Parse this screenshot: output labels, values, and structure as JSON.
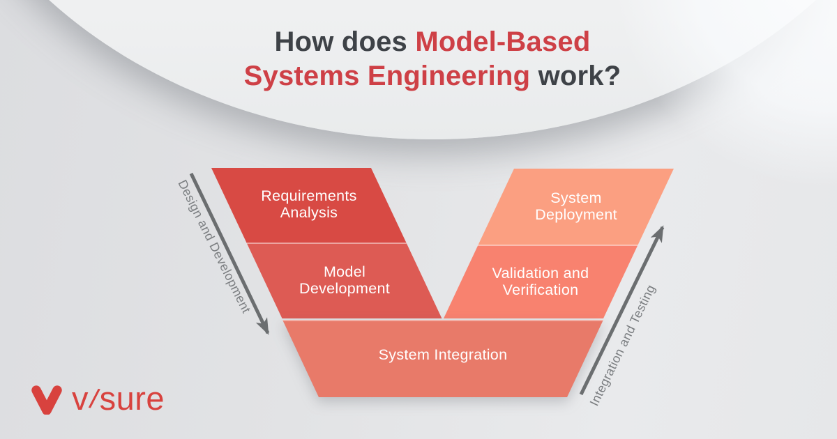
{
  "title": {
    "line1_dark": "How does",
    "line1_red": "Model-Based",
    "line2_red": "Systems Engineering",
    "line2_dark": "work?"
  },
  "colors": {
    "title_dark": "#3e4247",
    "title_red": "#ce4046",
    "arrow": "#6b6e70",
    "axis_label": "#7b7e81",
    "segment_label": "#ffffff",
    "logo_red": "#d8423e"
  },
  "diagram": {
    "left_axis_label": "Design and Development",
    "right_axis_label": "Integration and Testing",
    "segments": {
      "requirements": {
        "line1": "Requirements",
        "line2": "Analysis",
        "color": "#d84a44"
      },
      "model": {
        "line1": "Model",
        "line2": "Development",
        "color": "#dd5b54"
      },
      "integration": {
        "label": "System Integration",
        "color": "#e87a69"
      },
      "validation": {
        "line1": "Validation and",
        "line2": "Verification",
        "color": "#f8826f"
      },
      "deployment": {
        "line1": "System",
        "line2": "Deployment",
        "color": "#fb9f81"
      }
    }
  },
  "logo": {
    "part_v": "v",
    "part_slash": "/",
    "part_rest": "sure"
  }
}
